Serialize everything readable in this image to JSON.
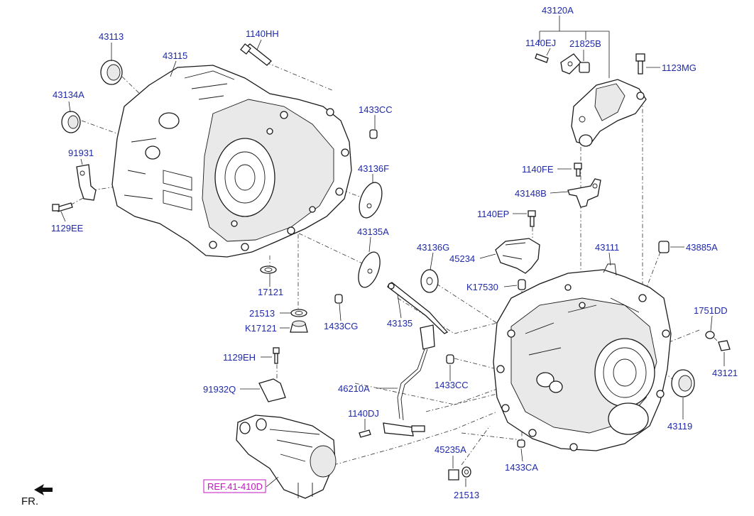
{
  "diagram": {
    "colors": {
      "label": "#1f2aa8",
      "reference": "#c214c2",
      "line": "#1a1a1a"
    },
    "labels": {
      "p43113": "43113",
      "p43115": "43115",
      "p1140HH": "1140HH",
      "p43134A": "43134A",
      "p1433CC_top": "1433CC",
      "p91931": "91931",
      "p43136F": "43136F",
      "p1129EE": "1129EE",
      "p43135A": "43135A",
      "p17121": "17121",
      "p21513_left": "21513",
      "pK17121": "K17121",
      "p1433CG": "1433CG",
      "p43135": "43135",
      "p43136G": "43136G",
      "p43120A": "43120A",
      "p1140EJ": "1140EJ",
      "p21825B": "21825B",
      "p1123MG": "1123MG",
      "p1140FE": "1140FE",
      "p43148B": "43148B",
      "p1140EP": "1140EP",
      "p45234": "45234",
      "pK17530": "K17530",
      "p43111": "43111",
      "p43885A": "43885A",
      "p1751DD": "1751DD",
      "p43121": "43121",
      "p1129EH": "1129EH",
      "p91932Q": "91932Q",
      "p46210A": "46210A",
      "p1433CC_mid": "1433CC",
      "p1140DJ": "1140DJ",
      "p43119": "43119",
      "p45235A": "45235A",
      "p1433CA": "1433CA",
      "p21513_bottom": "21513",
      "ref": "REF.41-410D",
      "fr": "FR."
    },
    "icons": {
      "front_direction": "arrow-icon"
    }
  }
}
